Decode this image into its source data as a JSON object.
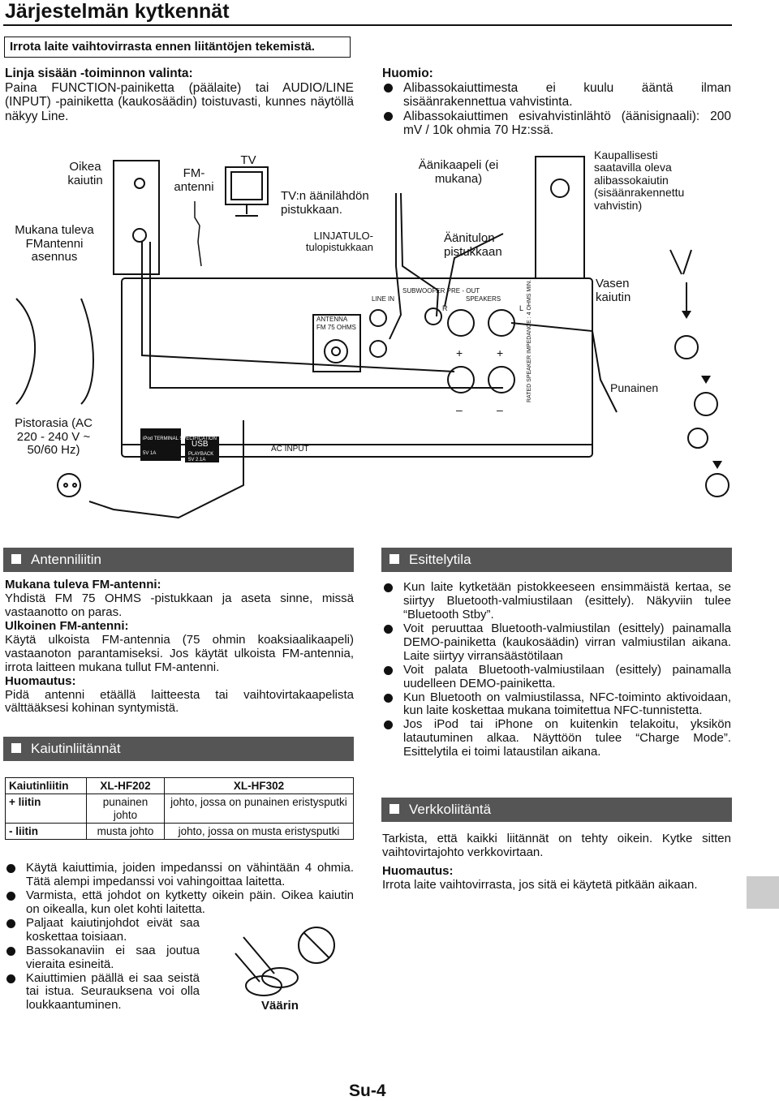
{
  "page": {
    "title": "Järjestelmän kytkennät",
    "warning": "Irrota laite vaihtovirrasta ennen liitäntöjen tekemistä.",
    "page_number": "Su-4"
  },
  "linein": {
    "heading": "Linja sisään -toiminnon valinta:",
    "text": "Paina FUNCTION-painiketta (päälaite) tai AUDIO/LINE (INPUT) -painiketta (kaukosäädin) toistuvasti, kunnes näytöllä näkyy Line."
  },
  "note": {
    "heading": "Huomio:",
    "items": [
      "Alibassokaiuttimesta ei kuulu ääntä ilman sisäänrakennettua vahvistinta.",
      "Alibassokaiuttimen esivahvistinlähtö (äänisignaali): 200 mV / 10k ohmia 70 Hz:ssä."
    ]
  },
  "diagram": {
    "right_speaker": "Oikea kaiutin",
    "fm_antenna": "FM-antenni",
    "tv": "TV",
    "tv_audio_out": "TV:n äänilähdön pistukkaan.",
    "audio_cable": "Äänikaapeli (ei mukana)",
    "subwoofer": "Kaupallisesti saatavilla oleva alibassokaiutin (sisäänrakennettu vahvistin)",
    "fm_install": "Mukana tuleva FMantenni asennus",
    "line_in_jacks": "LINJATULO-tulopistukkaan",
    "audio_in_jack": "Äänitulon pistukkaan",
    "left_speaker": "Vasen kaiutin",
    "red": "Punainen",
    "outlet": "Pistorasia (AC 220 - 240 V ~ 50/60 Hz)",
    "panel": {
      "antenna": "ANTENNA",
      "fm_ohms": "FM 75 OHMS",
      "line_in": "LINE IN",
      "subwoofer_pre_out": "SUBWOOFER PRE - OUT",
      "speakers": "SPEAKERS",
      "impedance": "RATED SPEAKER IMPEDANCE : 4 OHMS MIN.",
      "ipod_terminal": "iPod TERMINAL SPECIFICATION",
      "ipod_rating": "5V 1A",
      "usb": "USB",
      "playback": "PLAYBACK",
      "usb_rating": "5V 2.1A",
      "ac_input": "AC INPUT",
      "r": "R",
      "l": "L",
      "plus": "+",
      "minus": "–"
    }
  },
  "antenna_section": {
    "heading": "Antenniliitin",
    "sub1": "Mukana tuleva FM-antenni:",
    "text1": "Yhdistä FM 75 OHMS -pistukkaan ja aseta sinne, missä vastaanotto on paras.",
    "sub2": "Ulkoinen FM-antenni:",
    "text2": "Käytä ulkoista FM-antennia (75 ohmin koaksiaalikaapeli) vastaanoton parantamiseksi. Jos käytät ulkoista FM-antennia, irrota laitteen mukana tullut FM-antenni.",
    "sub3": "Huomautus:",
    "text3": "Pidä antenni etäällä laitteesta tai vaihtovirtakaapelista välttääksesi kohinan syntymistä."
  },
  "speaker_section": {
    "heading": "Kaiutinliitännät",
    "table": {
      "headers": [
        "Kaiutinliitin",
        "XL-HF202",
        "XL-HF302"
      ],
      "rows": [
        [
          "+ liitin",
          "punainen johto",
          "johto, jossa on punainen eristysputki"
        ],
        [
          "- liitin",
          "musta johto",
          "johto, jossa on musta eristysputki"
        ]
      ]
    },
    "items": [
      "Käytä kaiuttimia, joiden impedanssi on vähintään 4 ohmia. Tätä alempi impedanssi voi vahingoittaa laitetta.",
      "Varmista, että johdot on kytketty oikein päin. Oikea kaiutin on oikealla, kun olet kohti laitetta.",
      "Paljaat kaiutinjohdot eivät saa koskettaa toisiaan.",
      "Bassokanaviin ei saa joutua vieraita esineitä.",
      "Kaiuttimien päällä ei saa seistä tai istua. Seurauksena voi olla loukkaantuminen."
    ],
    "wrong": "Väärin"
  },
  "demo_section": {
    "heading": "Esittelytila",
    "items": [
      "Kun laite kytketään pistokkeeseen ensimmäistä kertaa, se siirtyy Bluetooth-valmiustilaan (esittely). Näkyviin tulee “Bluetooth Stby”.",
      "Voit peruuttaa Bluetooth-valmiustilan (esittely) painamalla DEMO-painiketta (kaukosäädin) virran valmiustilan aikana. Laite siirtyy virransäästötilaan",
      "Voit palata Bluetooth-valmiustilaan (esittely) painamalla uudelleen DEMO-painiketta.",
      "Kun Bluetooth on valmiustilassa, NFC-toiminto aktivoidaan, kun laite koskettaa mukana toimitettua NFC-tunnistetta.",
      "Jos iPod tai iPhone on kuitenkin telakoitu, yksikön latautuminen alkaa. Näyttöön tulee “Charge Mode”. Esittelytila ei toimi lataustilan aikana."
    ]
  },
  "network_section": {
    "heading": "Verkkoliitäntä",
    "text": "Tarkista, että kaikki liitännät on tehty oikein. Kytke sitten vaihtovirtajohto verkkovirtaan.",
    "sub": "Huomautus:",
    "note": "Irrota laite vaihtovirrasta, jos sitä ei käytetä pitkään aikaan."
  }
}
